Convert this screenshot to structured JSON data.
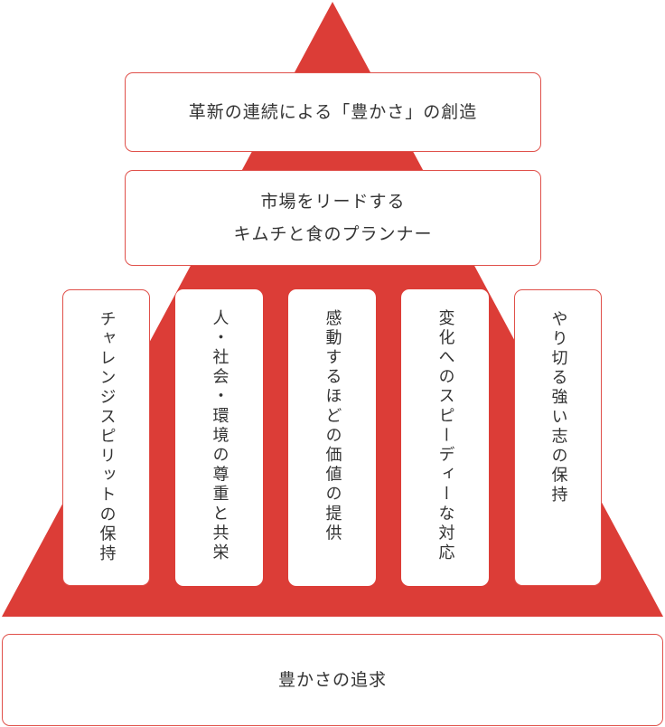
{
  "colors": {
    "accent": "#dc3d37",
    "border": "#e0504a",
    "text": "#333333"
  },
  "top": "革新の連続による「豊かさ」の創造",
  "middle": {
    "line1": "市場をリードする",
    "line2": "キムチと食のプランナー"
  },
  "pillars": [
    "チャレンジスピリットの保持",
    "人・社会・環境の尊重と共栄",
    "感動するほどの価値の提供",
    "変化へのスピーディーな対応",
    "やり切る強い志の保持"
  ],
  "base": "豊かさの追求"
}
